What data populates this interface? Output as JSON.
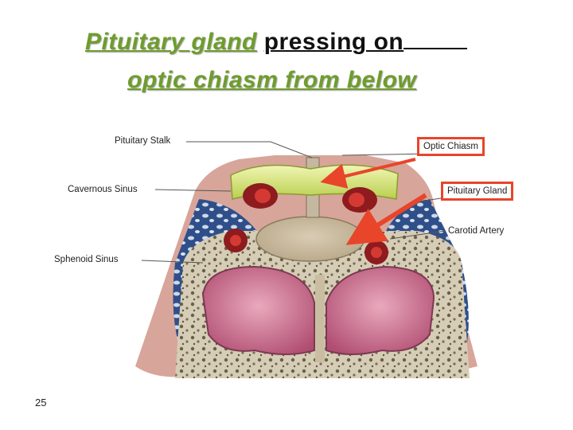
{
  "slide": {
    "title_line1_green": "Pituitary gland",
    "title_line1_black": "pressing on",
    "title_line2": "optic chiasm from below",
    "page_number": "25"
  },
  "labels": {
    "pituitary_stalk": "Pituitary Stalk",
    "cavernous_sinus": "Cavernous Sinus",
    "sphenoid_sinus": "Sphenoid Sinus",
    "optic_chiasm": "Optic Chiasm",
    "pituitary_gland": "Pituitary Gland",
    "carotid_artery": "Carotid Artery"
  },
  "colors": {
    "title_green": "#6e9d2c",
    "highlight_red": "#e8452a"
  }
}
